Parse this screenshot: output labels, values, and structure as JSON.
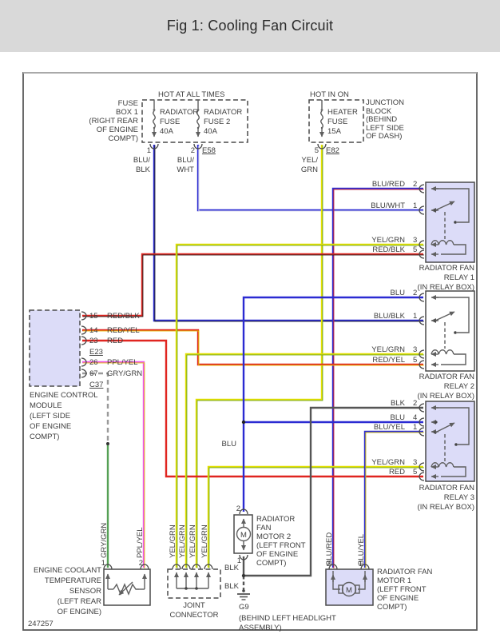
{
  "title": "Fig 1: Cooling Fan Circuit",
  "doc_ref": "247257",
  "banners": {
    "hot_at_all_times": "HOT AT ALL TIMES",
    "hot_in_on": "HOT IN ON"
  },
  "fuse_box": {
    "label": [
      "FUSE",
      "BOX 1",
      "(RIGHT REAR",
      "OF ENGINE",
      "COMPT)"
    ],
    "fuse1": [
      "RADIATOR",
      "FUSE",
      "40A"
    ],
    "fuse2": [
      "RADIATOR",
      "FUSE 2",
      "40A"
    ],
    "pin1": "1",
    "pin2": "2",
    "connector": "E58",
    "wire1": [
      "BLU/",
      "BLK"
    ],
    "wire2": [
      "BLU/",
      "WHT"
    ]
  },
  "junction_block": {
    "label": [
      "JUNCTION",
      "BLOCK",
      "(BEHIND",
      "LEFT SIDE",
      "OF DASH)"
    ],
    "fuse": [
      "HEATER",
      "FUSE",
      "15A"
    ],
    "pin": "5",
    "connector": "E82",
    "wire": [
      "YEL/",
      "GRN"
    ]
  },
  "relay1": {
    "label": [
      "RADIATOR FAN",
      "RELAY 1",
      "(IN RELAY BOX)"
    ],
    "pins": [
      {
        "num": "2",
        "wire": "BLU/RED"
      },
      {
        "num": "1",
        "wire": "BLU/WHT"
      },
      {
        "num": "3",
        "wire": "YEL/GRN"
      },
      {
        "num": "5",
        "wire": "RED/BLK"
      }
    ]
  },
  "relay2": {
    "label": [
      "RADIATOR FAN",
      "RELAY 2",
      "(IN RELAY BOX)"
    ],
    "pins": [
      {
        "num": "2",
        "wire": "BLU"
      },
      {
        "num": "1",
        "wire": "BLU/BLK"
      },
      {
        "num": "3",
        "wire": "YEL/GRN"
      },
      {
        "num": "5",
        "wire": "RED/YEL"
      }
    ]
  },
  "relay3": {
    "label": [
      "RADIATOR FAN",
      "RELAY 3",
      "(IN RELAY BOX)"
    ],
    "pins": [
      {
        "num": "2",
        "wire": "BLK"
      },
      {
        "num": "4",
        "wire": "BLU"
      },
      {
        "num": "1",
        "wire": "BLU/YEL"
      },
      {
        "num": "3",
        "wire": "YEL/GRN"
      },
      {
        "num": "5",
        "wire": "RED"
      }
    ]
  },
  "ecm": {
    "label": [
      "ENGINE CONTROL",
      "MODULE",
      "(LEFT SIDE",
      "OF ENGINE",
      "COMPT)"
    ],
    "pins": [
      {
        "num": "15",
        "wire": "RED/BLK"
      },
      {
        "num": "14",
        "wire": "RED/YEL"
      },
      {
        "num": "23",
        "wire": "RED"
      },
      {
        "num": "26",
        "wire": "PPL/YEL"
      },
      {
        "num": "67",
        "wire": "GRY/GRN"
      }
    ],
    "connector1": "E23",
    "connector2": "C37"
  },
  "sensor": {
    "label": [
      "ENGINE COOLANT",
      "TEMPERATURE",
      "SENSOR",
      "(LEFT REAR",
      "OF ENGINE)"
    ],
    "pin1": "1",
    "pin2": "2",
    "wire1": "GRY/GRN",
    "wire2": "PPL/YEL"
  },
  "joint_connector": {
    "label": [
      "JOINT",
      "CONNECTOR"
    ],
    "wire": "YEL/GRN"
  },
  "motor2": {
    "label": [
      "RADIATOR",
      "FAN",
      "MOTOR 2",
      "(LEFT FRONT",
      "OF ENGINE",
      "COMPT)"
    ],
    "pin_top": "2",
    "pin_bottom": "1",
    "motor_symbol": "M"
  },
  "motor1": {
    "label": [
      "RADIATOR FAN",
      "MOTOR 1",
      "(LEFT FRONT",
      "OF ENGINE",
      "COMPT)"
    ],
    "pin2": "2",
    "pin1": "1",
    "wire2": "BLU/RED",
    "wire1": "BLU/YEL",
    "motor_symbol": "M"
  },
  "ground": {
    "id": "G9",
    "label": [
      "(BEHIND LEFT HEADLIGHT",
      "ASSEMBLY)"
    ],
    "wire_upper": "BLK",
    "wire_lower": "BLK"
  },
  "mid_labels": {
    "blu": "BLU"
  },
  "colors": {
    "blue": "#2b2bd2",
    "red": "#e02520",
    "yellow": "#e4e000",
    "green": "#69a42c",
    "magenta": "#ee55ee",
    "gray_wire": "#555555",
    "lavender": "#dcdcf8",
    "banner_bg": "#d9d9d9"
  }
}
